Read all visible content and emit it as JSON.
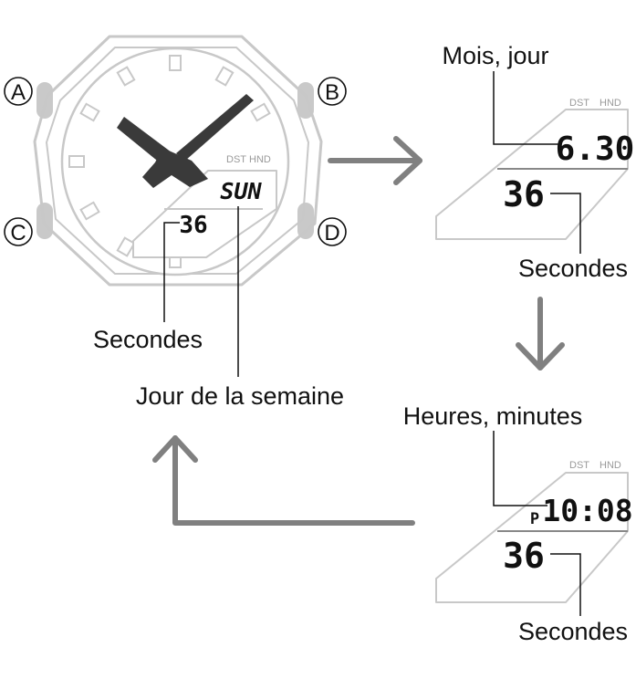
{
  "watch": {
    "buttons": {
      "a": "A",
      "b": "B",
      "c": "C",
      "d": "D"
    },
    "indicator_dst": "DST",
    "indicator_hnd": "HND",
    "day_display": "SUN",
    "seconds_display": "36"
  },
  "labels": {
    "seconds": "Secondes",
    "weekday": "Jour de la semaine",
    "month_day": "Mois, jour",
    "hours_minutes": "Heures, minutes"
  },
  "panel_date": {
    "indicator_dst": "DST",
    "indicator_hnd": "HND",
    "date_display": "6.30",
    "seconds_display": "36"
  },
  "panel_time": {
    "indicator_dst": "DST",
    "indicator_hnd": "HND",
    "pm_marker": "P",
    "time_display": "10:08",
    "seconds_display": "36"
  },
  "colors": {
    "arrow": "#808080",
    "outline": "#c8c8c8",
    "hands": "#3a3a3a",
    "text": "#111111"
  }
}
